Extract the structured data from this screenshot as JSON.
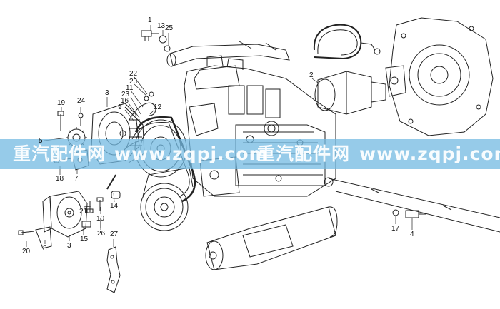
{
  "watermark": {
    "segments": [
      "重汽配件网",
      "www.zqpj.com",
      "重汽配件网",
      "www.zqpj.com"
    ]
  },
  "callouts": {
    "c1": "1",
    "c13": "13",
    "c25": "25",
    "c2": "2",
    "c22": "22",
    "c23a": "23",
    "c11": "11",
    "c23b": "23",
    "c16": "16",
    "c9": "9",
    "c12": "12",
    "c19": "19",
    "c24": "24",
    "c3a": "3",
    "c5": "5",
    "c18": "18",
    "c7": "7",
    "c14": "14",
    "c21": "21",
    "c10": "10",
    "c26": "26",
    "c27": "27",
    "c20": "20",
    "c8": "8",
    "c3b": "3",
    "c15": "15",
    "c17": "17",
    "c4": "4"
  }
}
